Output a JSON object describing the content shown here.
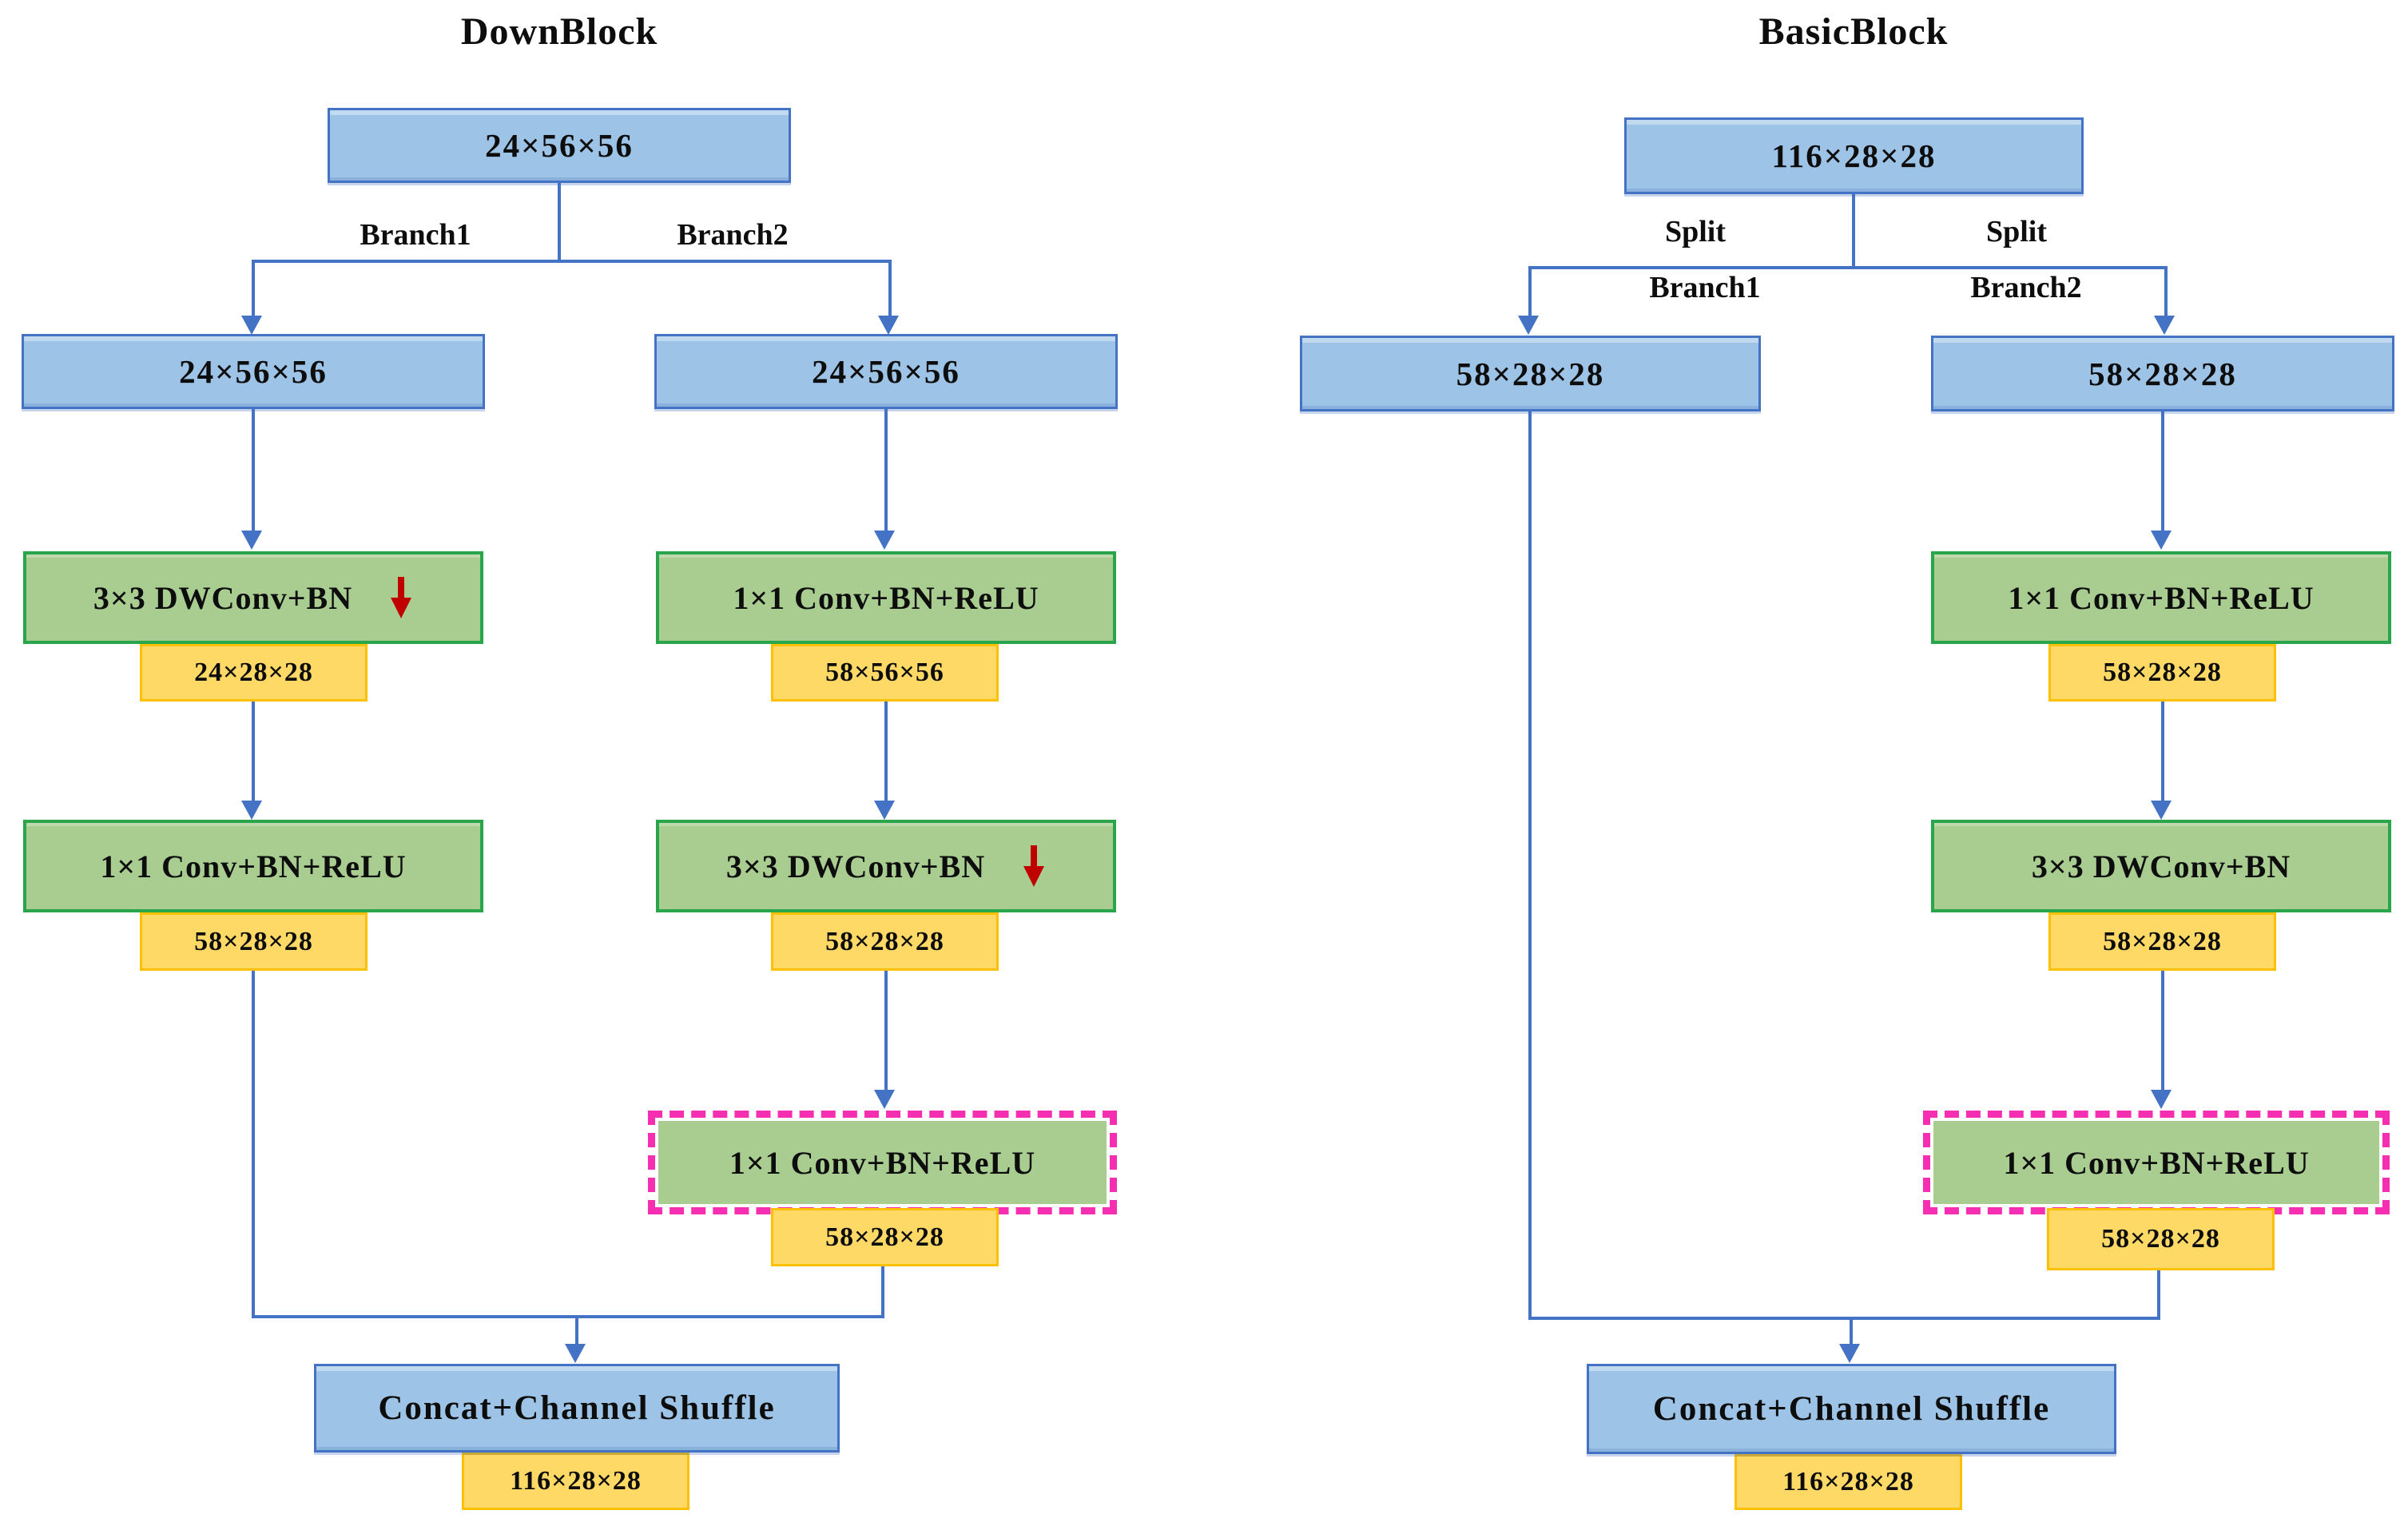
{
  "down": {
    "title": "DownBlock",
    "top": "24×56×56",
    "branch1_label": "Branch1",
    "branch2_label": "Branch2",
    "b1_input": "24×56×56",
    "b2_input": "24×56×56",
    "b1_op1": "3×3 DWConv+BN",
    "b1_out1": "24×28×28",
    "b1_op2": "1×1 Conv+BN+ReLU",
    "b1_out2": "58×28×28",
    "b2_op1": "1×1 Conv+BN+ReLU",
    "b2_out1": "58×56×56",
    "b2_op2": "3×3 DWConv+BN",
    "b2_out2": "58×28×28",
    "b2_op3": "1×1 Conv+BN+ReLU",
    "b2_out3": "58×28×28",
    "concat": "Concat+Channel Shuffle",
    "out": "116×28×28"
  },
  "basic": {
    "title": "BasicBlock",
    "top": "116×28×28",
    "split1_label": "Split",
    "split2_label": "Split",
    "branch1_label": "Branch1",
    "branch2_label": "Branch2",
    "b1_input": "58×28×28",
    "b2_input": "58×28×28",
    "b2_op1": "1×1 Conv+BN+ReLU",
    "b2_out1": "58×28×28",
    "b2_op2": "3×3 DWConv+BN",
    "b2_out2": "58×28×28",
    "b2_op3": "1×1 Conv+BN+ReLU",
    "b2_out3": "58×28×28",
    "concat": "Concat+Channel Shuffle",
    "out": "116×28×28"
  },
  "colors": {
    "tensor_box_fill": "#9DC3E6",
    "tensor_box_border": "#4472C4",
    "op_box_fill": "#A9CD90",
    "op_box_border": "#29A64B",
    "shape_tag_fill": "#FFD966",
    "shape_tag_border": "#FFC000",
    "highlight_dashed": "#F62FB2",
    "connector": "#4472C4",
    "downsample_arrow": "#C00000"
  }
}
